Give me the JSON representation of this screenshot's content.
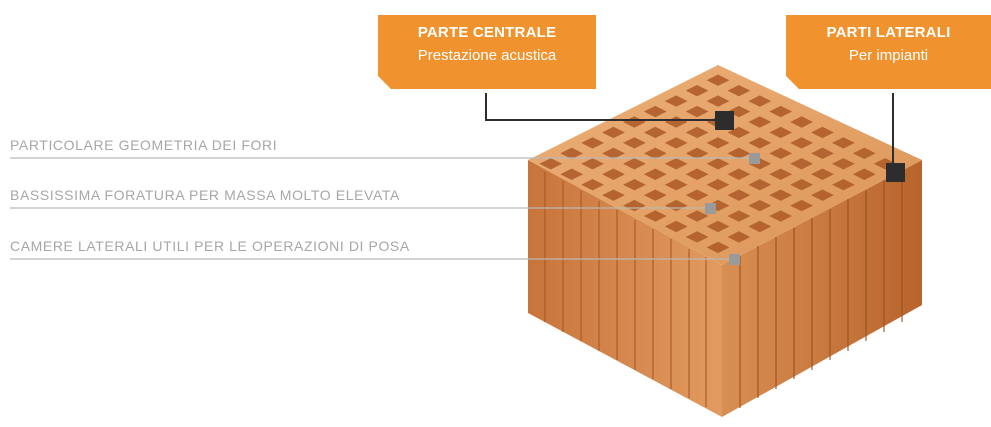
{
  "callouts": {
    "central": {
      "title": "PARTE CENTRALE",
      "subtitle": "Prestazione acustica"
    },
    "lateral": {
      "title": "PARTI LATERALI",
      "subtitle": "Per impianti"
    }
  },
  "labels": [
    {
      "text": "PARTICOLARE GEOMETRIA DEI FORI"
    },
    {
      "text": "BASSISSIMA FORATURA PER MASSA MOLTO ELEVATA"
    },
    {
      "text": "CAMERE LATERALI UTILI PER LE OPERAZIONI DI POSA"
    }
  ],
  "colors": {
    "accent_orange": "#f0922e",
    "label_gray": "#a7a7a7",
    "marker_dark": "#2d2d2d",
    "marker_gray": "#9a9a9a",
    "brick": "#d98c4e"
  }
}
